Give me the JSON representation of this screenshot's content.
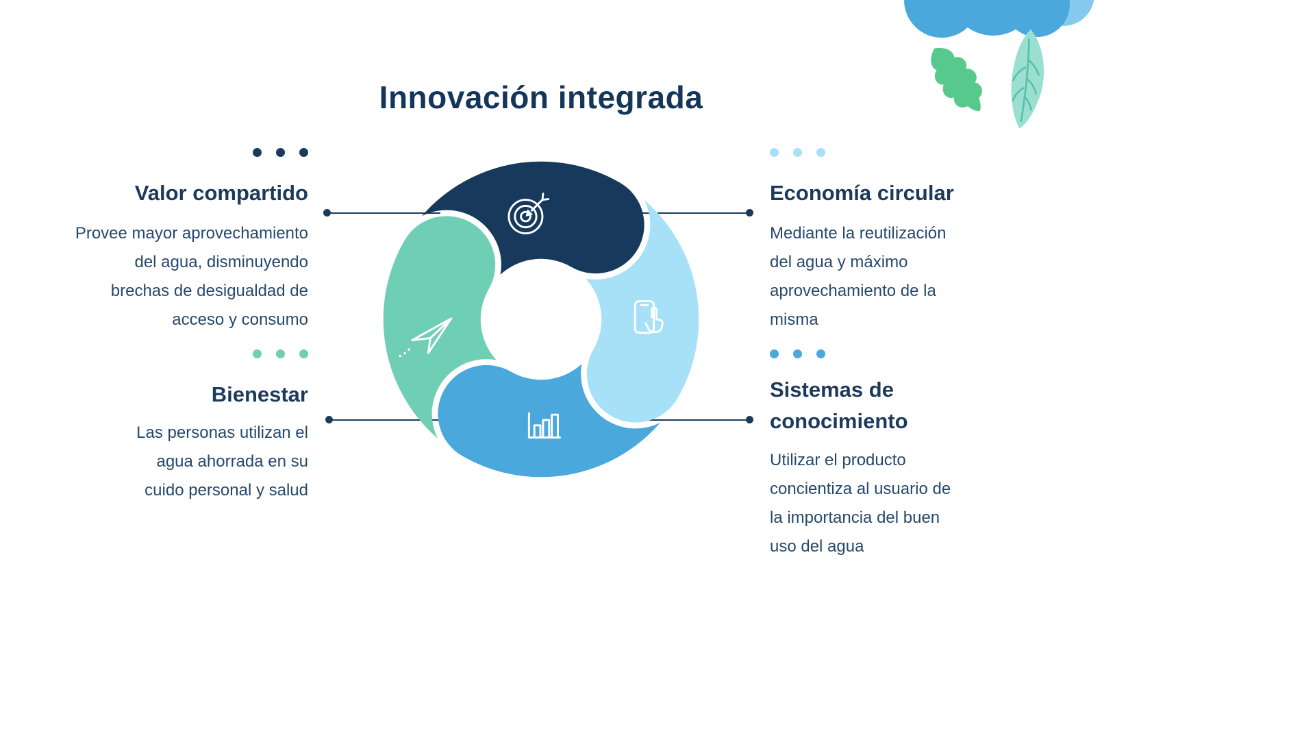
{
  "title": "Innovación integrada",
  "colors": {
    "navy": "#16395c",
    "light_blue": "#a7e1f8",
    "blue": "#4aa8dd",
    "teal": "#6fcfb4",
    "text_navy": "#1b3a5c"
  },
  "decor": {
    "blob_blue": "#4aa8dd",
    "blob_light": "#85c9ee",
    "leaf_green": "#58c98c",
    "leaf_teal": "#9adfd0",
    "leaf_vein": "#54c0a8"
  },
  "diagram": {
    "description": "Four-part circular innovation cycle",
    "segments": [
      {
        "label": "Valor compartido",
        "color": "#16395c",
        "icon": "target-icon"
      },
      {
        "label": "Economía circular",
        "color": "#a7e1f8",
        "icon": "phone-tap-icon"
      },
      {
        "label": "Sistemas de conocimiento",
        "color": "#4aa8dd",
        "icon": "bar-chart-icon"
      },
      {
        "label": "Bienestar",
        "color": "#6fcfb4",
        "icon": "paper-plane-icon"
      }
    ]
  },
  "sections": {
    "valor": {
      "heading": "Valor compartido",
      "dot_color": "#1b3a5c",
      "lines": [
        "Provee mayor aprovechamiento",
        "del agua, disminuyendo",
        "brechas de desigualdad de",
        "acceso y consumo"
      ]
    },
    "economia": {
      "heading": "Economía circular",
      "dot_color": "#a7e1f8",
      "lines": [
        "Mediante la reutilización",
        "del agua y máximo",
        "aprovechamiento de la",
        "misma"
      ]
    },
    "bienestar": {
      "heading": "Bienestar",
      "dot_color": "#6fcfb4",
      "lines": [
        "Las personas utilizan el",
        "agua ahorrada en su",
        "cuido personal y salud"
      ]
    },
    "sistemas": {
      "heading": "Sistemas de conocimiento",
      "dot_color": "#4aa8dd",
      "lines": [
        "Utilizar el producto",
        "concientiza al usuario de",
        "la importancia del buen",
        "uso del agua"
      ]
    }
  }
}
